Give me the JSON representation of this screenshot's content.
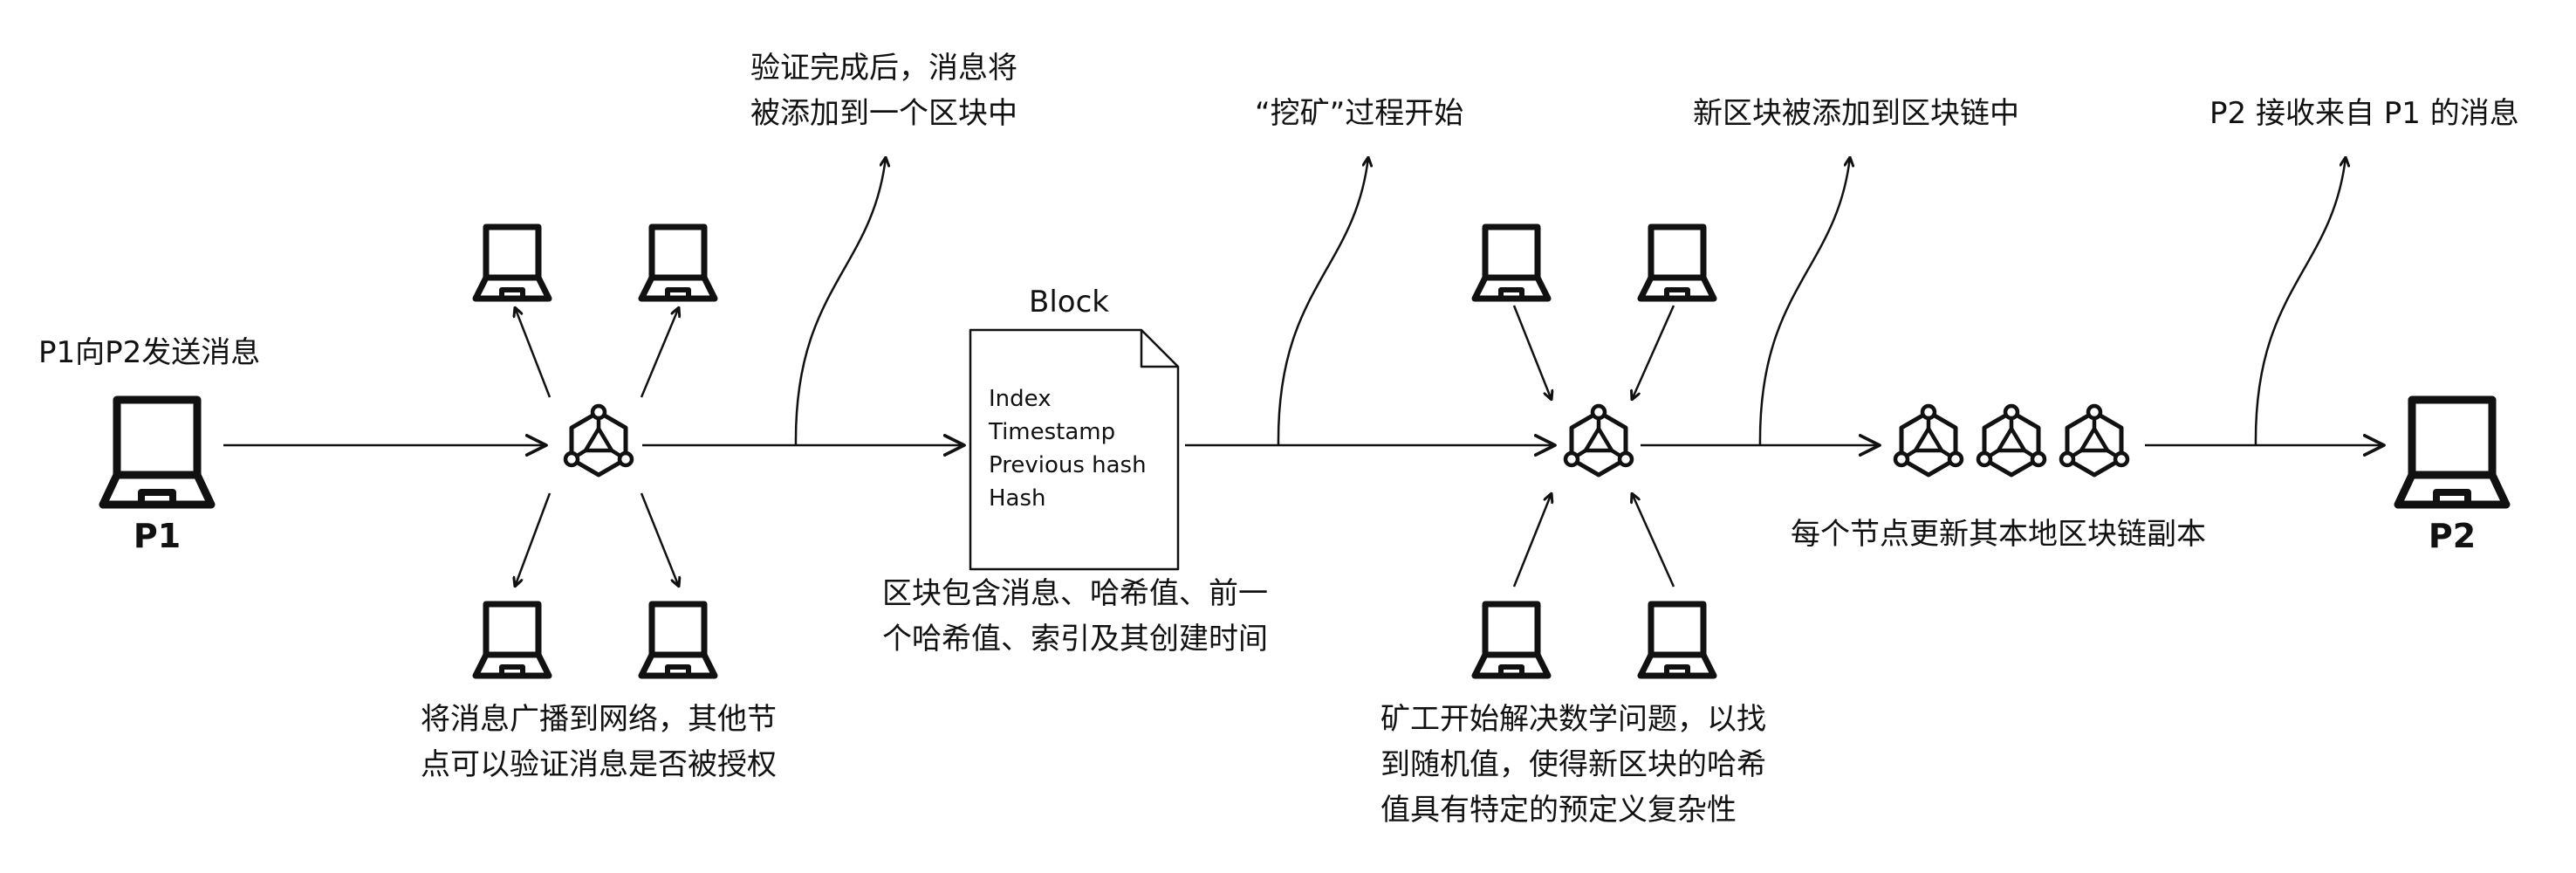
{
  "sender": {
    "label": "P1",
    "caption": "P1向P2发送消息"
  },
  "receiver": {
    "label": "P2"
  },
  "broadcast": {
    "caption_lines": [
      "将消息广播到网络，其他节",
      "点可以验证消息是否被授权"
    ]
  },
  "verify": {
    "caption_lines": [
      "验证完成后，消息将",
      "被添加到一个区块中"
    ]
  },
  "block": {
    "title": "Block",
    "fields": [
      "Index",
      "Timestamp",
      "Previous hash",
      "Hash"
    ],
    "caption_lines": [
      "区块包含消息、哈希值、前一",
      "个哈希值、索引及其创建时间"
    ]
  },
  "mining": {
    "caption": "“挖矿”过程开始",
    "detail_lines": [
      "矿工开始解决数学问题，以找",
      "到随机值，使得新区块的哈希",
      "值具有特定的预定义复杂性"
    ]
  },
  "chain": {
    "caption": "新区块被添加到区块链中",
    "update_caption": "每个节点更新其本地区块链副本"
  },
  "delivery": {
    "caption": "P2 接收来自 P1 的消息"
  },
  "icons": {
    "computer": "laptop-icon",
    "node": "blockchain-node-icon",
    "document": "document-icon"
  }
}
